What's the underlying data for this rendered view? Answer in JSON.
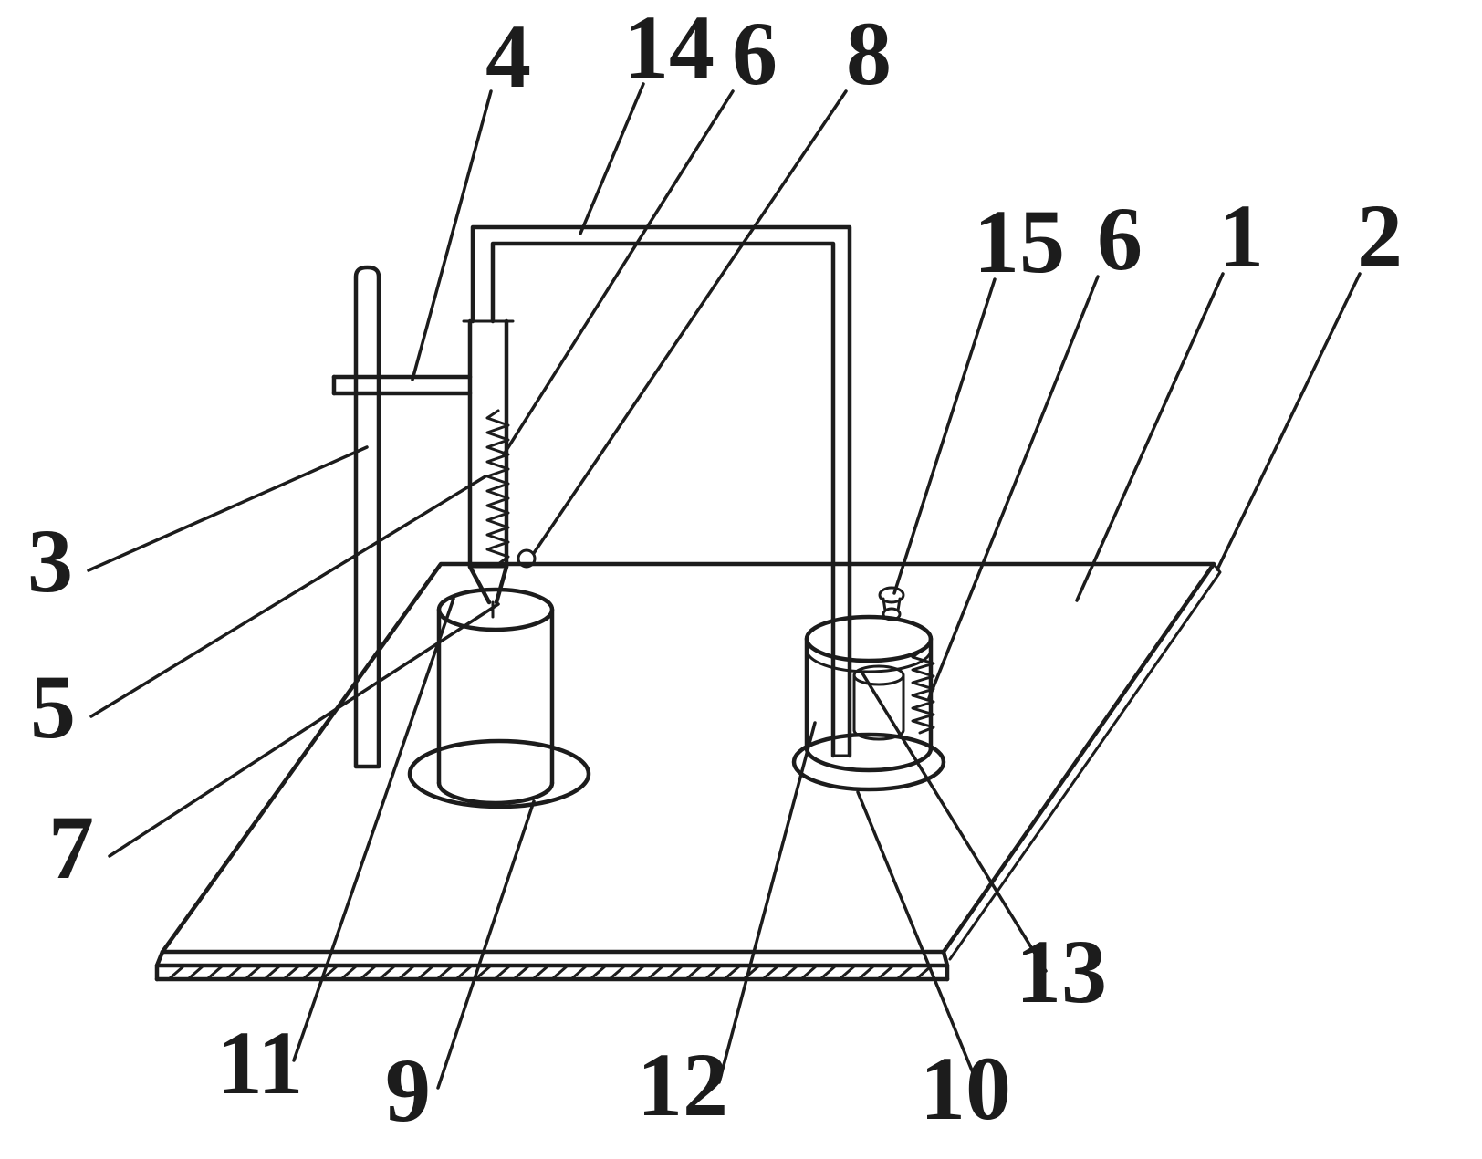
{
  "figure": {
    "kind": "patent-line-drawing",
    "colors": {
      "background": "#ffffff",
      "line": "#1c1c1c"
    },
    "labels": [
      {
        "id": "4",
        "text": "4"
      },
      {
        "id": "14",
        "text": "14"
      },
      {
        "id": "6-top",
        "text": "6"
      },
      {
        "id": "8",
        "text": "8"
      },
      {
        "id": "15",
        "text": "15"
      },
      {
        "id": "6-right",
        "text": "6"
      },
      {
        "id": "1",
        "text": "1"
      },
      {
        "id": "2",
        "text": "2"
      },
      {
        "id": "3",
        "text": "3"
      },
      {
        "id": "5",
        "text": "5"
      },
      {
        "id": "7",
        "text": "7"
      },
      {
        "id": "11",
        "text": "11"
      },
      {
        "id": "9",
        "text": "9"
      },
      {
        "id": "12",
        "text": "12"
      },
      {
        "id": "10",
        "text": "10"
      },
      {
        "id": "13",
        "text": "13"
      }
    ]
  }
}
